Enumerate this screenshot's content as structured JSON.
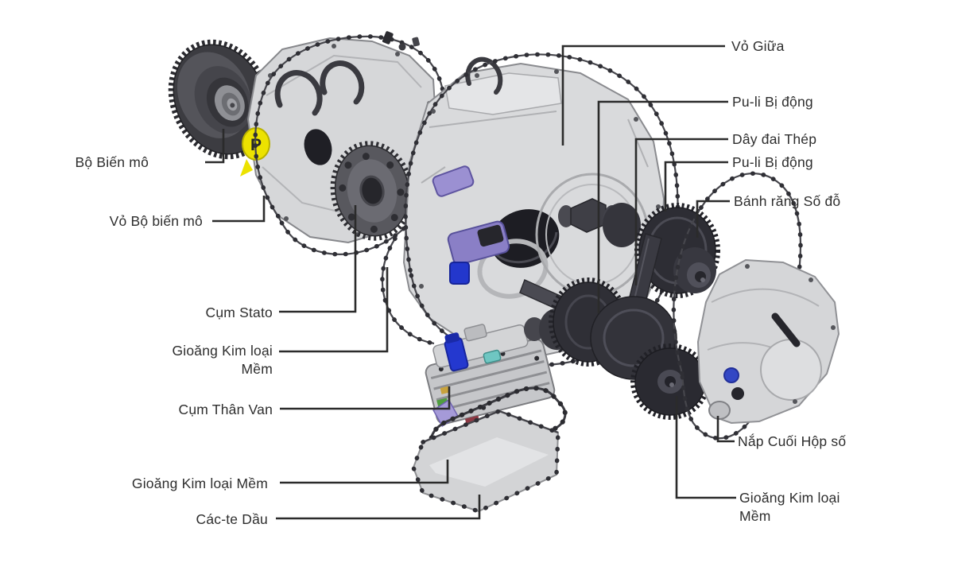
{
  "diagram": {
    "type": "exploded-parts-diagram",
    "subject": "CVT automatic transmission exploded view",
    "language": "Vietnamese"
  },
  "colors": {
    "background": "#ffffff",
    "leader_line": "#2b2b2b",
    "label_text": "#2e2e2e",
    "part_light_gray": "#d7d8da",
    "part_dark_gray": "#333339",
    "accent_yellow": "#ece200",
    "accent_blue": "#2438cf",
    "accent_purple": "#9a8fd2"
  },
  "marker": {
    "parking_mark": "P"
  },
  "labels": {
    "left": [
      {
        "id": "bo-bien-mo",
        "text": "Bộ Biến mô"
      },
      {
        "id": "vo-bo-bien-mo",
        "text": "Vỏ Bộ biến mô"
      },
      {
        "id": "cum-stato",
        "text": "Cụm Stato"
      },
      {
        "id": "gioang-kim-loai-mem-1",
        "lines": [
          "Gioăng Kim loại",
          "Mềm"
        ]
      },
      {
        "id": "cum-than-van",
        "text": "Cụm Thân Van"
      },
      {
        "id": "gioang-kim-loai-mem-2",
        "text": "Gioăng Kim loại Mềm"
      },
      {
        "id": "cac-te-dau",
        "text": "Các-te Dầu"
      }
    ],
    "right": [
      {
        "id": "vo-giua",
        "text": "Vỏ Giữa"
      },
      {
        "id": "pu-li-bi-dong-1",
        "text": "Pu-li Bị động"
      },
      {
        "id": "day-dai-thep",
        "text": "Dây đai Thép"
      },
      {
        "id": "pu-li-bi-dong-2",
        "text": "Pu-li Bị động"
      },
      {
        "id": "banh-rang-so-do",
        "text": "Bánh răng Số đỗ"
      },
      {
        "id": "nap-cuoi-hop-so",
        "text": "Nắp Cuối Hộp số"
      },
      {
        "id": "gioang-kim-loai-mem-3",
        "lines": [
          "Gioăng Kim loại",
          "Mềm"
        ]
      }
    ]
  }
}
